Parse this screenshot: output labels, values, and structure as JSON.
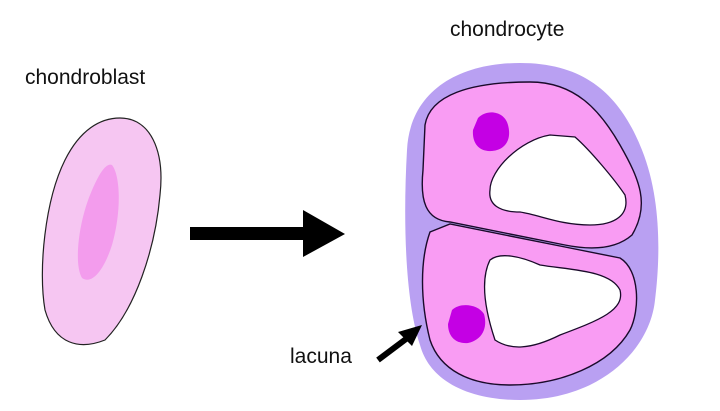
{
  "labels": {
    "chondroblast": "chondroblast",
    "chondrocyte": "chondrocyte",
    "lacuna": "lacuna"
  },
  "colors": {
    "chondroblast_outer": "#f6c6f2",
    "chondroblast_inner": "#f39ced",
    "lacuna_matrix": "#b9a0f2",
    "cytoplasm": "#f99cf3",
    "nucleus": "#c400e4",
    "vacuole": "#ffffff",
    "outline": "#1a0a2a",
    "arrow": "#000000"
  }
}
